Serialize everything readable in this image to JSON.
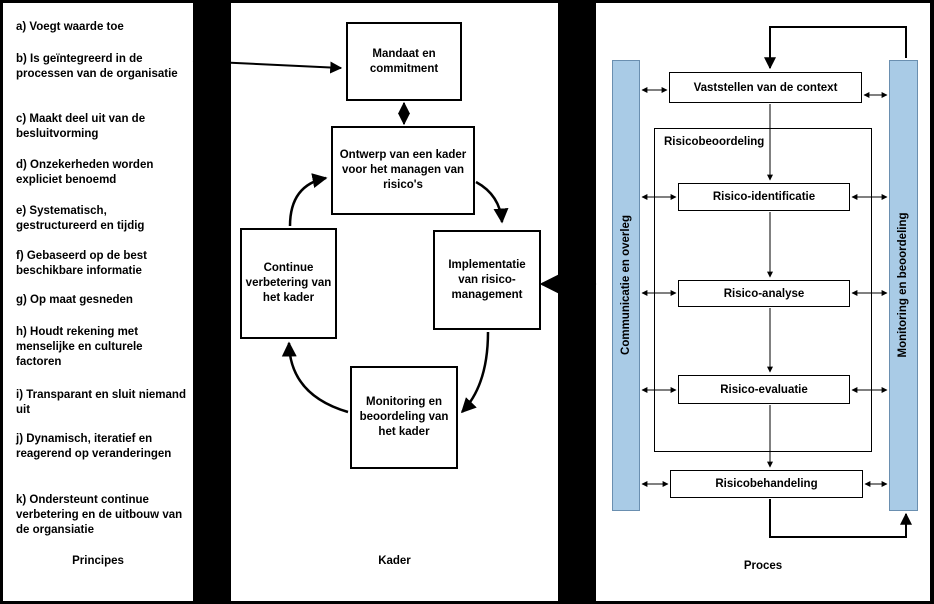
{
  "principles": {
    "items": [
      "a) Voegt waarde toe",
      "b) Is geïntegreerd in de processen van de organisatie",
      "c) Maakt deel uit van de besluitvorming",
      "d) Onzekerheden worden expliciet benoemd",
      "e) Systematisch, gestructureerd en tijdig",
      "f) Gebaseerd op de best beschikbare informatie",
      "g) Op maat gesneden",
      "h) Houdt rekening met menselijke en culturele factoren",
      "i) Transparant en sluit niemand uit",
      "j) Dynamisch, iteratief en reagerend op veranderingen",
      "k) Ondersteunt continue verbetering en de uitbouw van de organsiatie"
    ],
    "title": "Principes"
  },
  "kader": {
    "mandaat": "Mandaat en commitment",
    "ontwerp": "Ontwerp van een kader voor het managen van risico's",
    "implementatie": "Implementatie van risico-management",
    "monitoring": "Monitoring en beoordeling van het kader",
    "verbetering": "Continue verbetering van het kader",
    "title": "Kader"
  },
  "proces": {
    "communicatie": "Communicatie en overleg",
    "monitoring": "Monitoring en beoordeling",
    "context": "Vaststellen van de context",
    "beoordeling": "Risicobeoordeling",
    "identificatie": "Risico-identificatie",
    "analyse": "Risico-analyse",
    "evaluatie": "Risico-evaluatie",
    "behandeling": "Risicobehandeling",
    "title": "Proces"
  },
  "colors": {
    "bar_fill": "#a9cbe6",
    "background": "#000000",
    "panel": "#ffffff"
  }
}
